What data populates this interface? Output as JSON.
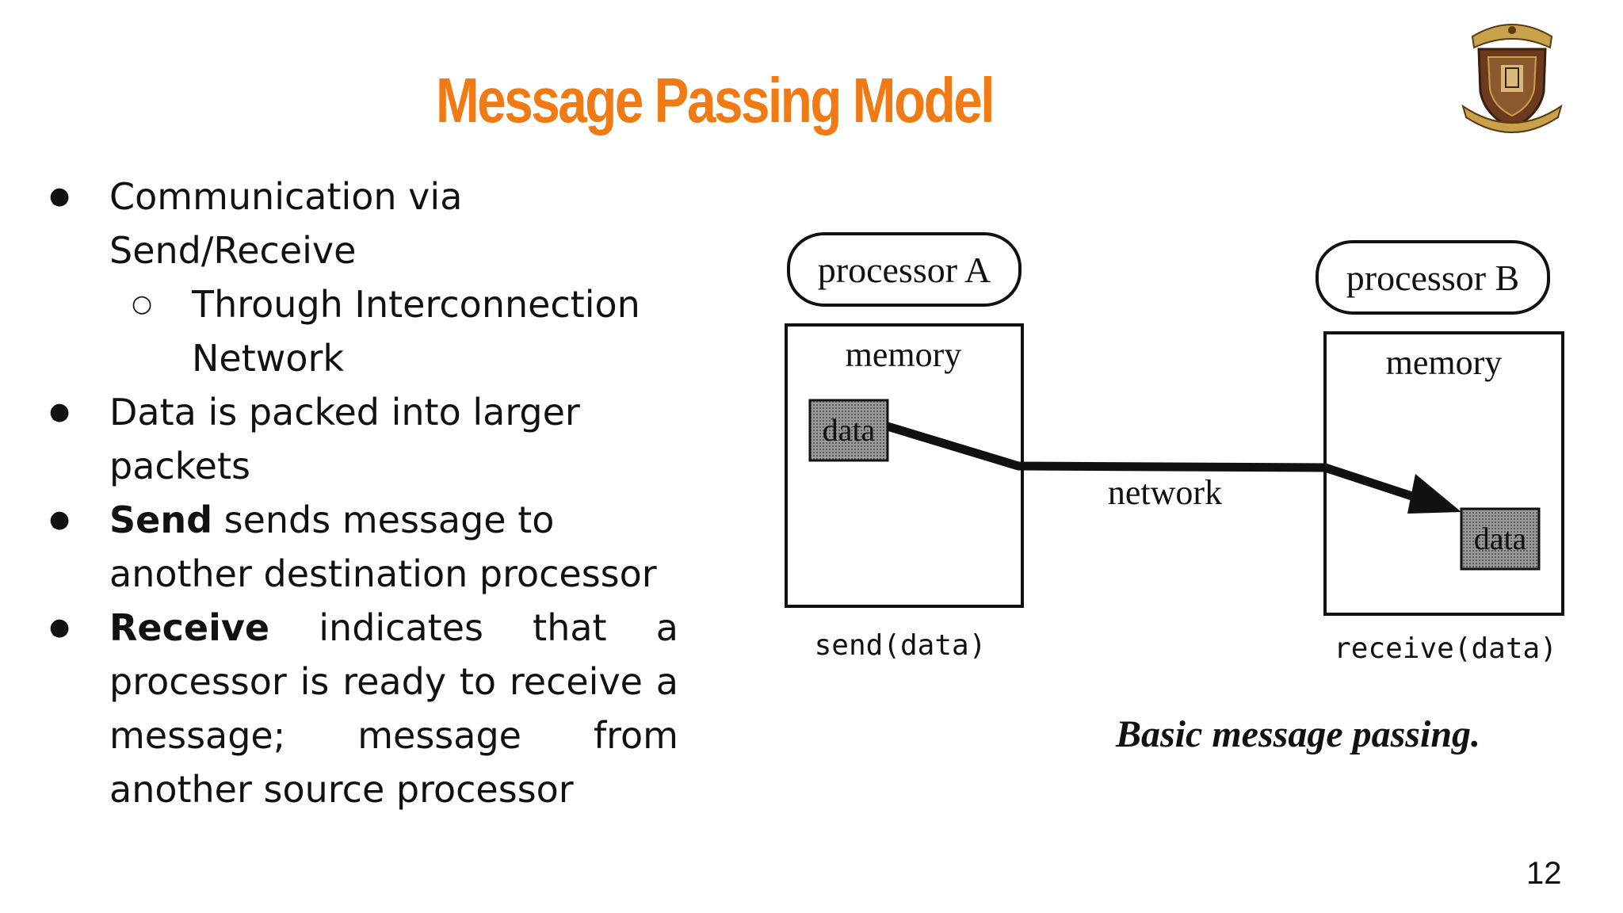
{
  "slide": {
    "title": "Message Passing Model",
    "page_number": "12",
    "colors": {
      "title": "#f07b14",
      "text": "#111111",
      "logo_shield": "#6b3a1f",
      "logo_gold": "#c9a14a"
    },
    "logo": {
      "icon": "university-crest-icon"
    }
  },
  "bullets": {
    "b1": {
      "text": "Communication via Send/Receive"
    },
    "b1_sub": {
      "text": "Through Interconnection Network"
    },
    "b2": {
      "text": "Data is packed into larger packets"
    },
    "b3": {
      "bold": "Send",
      "rest": " sends message to another destination processor"
    },
    "b4": {
      "bold": "Receive",
      "rest": " indicates that a processor is ready to receive a message; message from another source processor"
    }
  },
  "diagram": {
    "processor_a": "processor A",
    "processor_b": "processor B",
    "memory_a": "memory",
    "memory_b": "memory",
    "data_a": "data",
    "data_b": "data",
    "network": "network",
    "send": "send(data)",
    "receive": "receive(data)",
    "caption": "Basic message passing."
  }
}
